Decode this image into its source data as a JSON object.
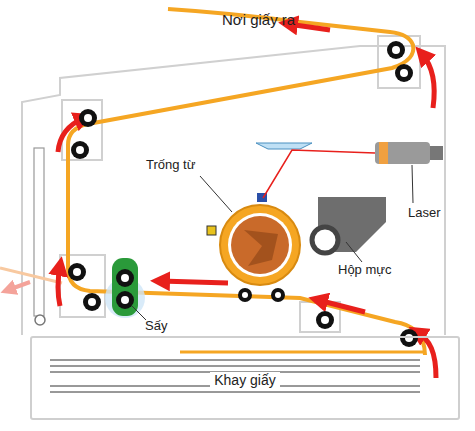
{
  "diagram": {
    "nodes": [
      {
        "text": [
          "Khay giấy"
        ]
      }
    ],
    "labels": [
      "Nơi giấy ra",
      "Trống từ",
      "Laser",
      "Hộp mực",
      "Sấy"
    ]
  }
}
